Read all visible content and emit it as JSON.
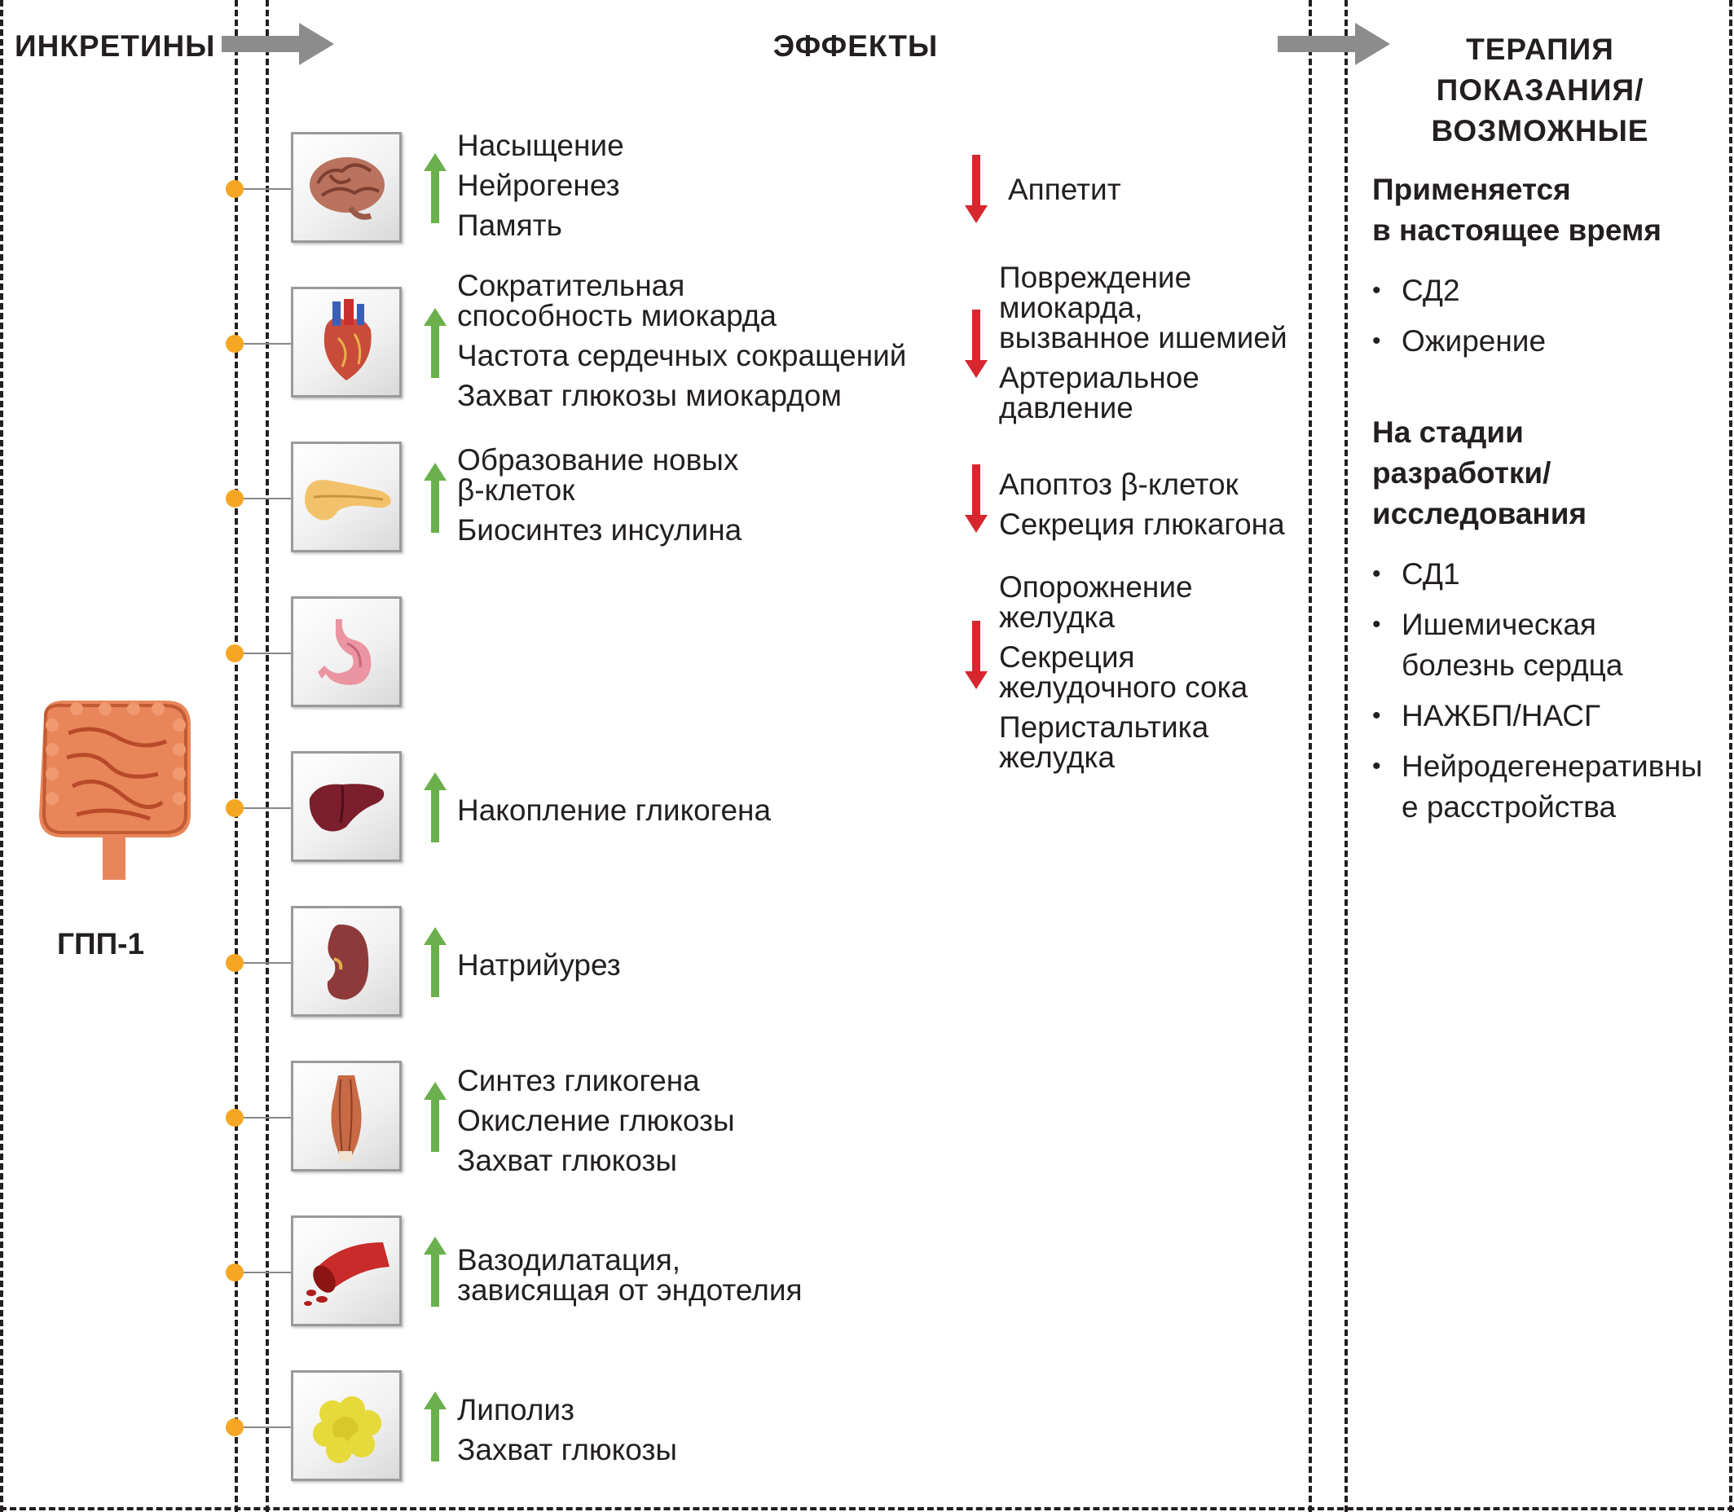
{
  "columns": {
    "incretins_title": "ИНКРЕТИНЫ",
    "effects_title": "ЭФФЕКТЫ",
    "therapy_title_lines": [
      "ТЕРАПИЯ",
      "ПОКАЗАНИЯ/",
      "ВОЗМОЖНЫЕ"
    ]
  },
  "incretin": {
    "label": "ГПП-1",
    "icon": "intestine-icon"
  },
  "organs": [
    {
      "icon": "brain-icon",
      "direction": "up",
      "lines": [
        "Насыщение",
        "Нейрогенез",
        "Память"
      ]
    },
    {
      "icon": "heart-icon",
      "direction": "up",
      "lines": [
        "Сократительная",
        "способность миокарда",
        "Частота сердечных сокращений",
        "Захват глюкозы миокардом"
      ]
    },
    {
      "icon": "pancreas-icon",
      "direction": "up",
      "lines": [
        "Образование новых",
        "β-клеток",
        "Биосинтез инсулина"
      ]
    },
    {
      "icon": "stomach-icon",
      "direction": "none",
      "lines": []
    },
    {
      "icon": "liver-icon",
      "direction": "up",
      "lines": [
        "Накопление гликогена"
      ]
    },
    {
      "icon": "kidney-icon",
      "direction": "up",
      "lines": [
        "Натрийурез"
      ]
    },
    {
      "icon": "muscle-icon",
      "direction": "up",
      "lines": [
        "Синтез гликогена",
        "Окисление глюкозы",
        "Захват глюкозы"
      ]
    },
    {
      "icon": "blood-vessel-icon",
      "direction": "up",
      "lines": [
        "Вазодилатация,",
        "зависящая от эндотелия"
      ]
    },
    {
      "icon": "fat-cells-icon",
      "direction": "up",
      "lines": [
        "Липолиз",
        "Захват глюкозы"
      ]
    }
  ],
  "decreases": [
    {
      "lines": [
        "Аппетит"
      ]
    },
    {
      "lines": [
        "Повреждение",
        "миокарда,",
        "вызванное ишемией",
        "Артериальное",
        "давление"
      ]
    },
    {
      "lines": [
        "Апоптоз β-клеток",
        "Секреция глюкагона"
      ]
    },
    {
      "lines": [
        "Опорожнение",
        "желудка",
        "Секреция",
        "желудочного сока",
        "Перистальтика",
        "желудка"
      ]
    }
  ],
  "therapy": {
    "current_heading": [
      "Применяется",
      "в настоящее время"
    ],
    "current_items": [
      "СД2",
      "Ожирение"
    ],
    "research_heading": [
      "На стадии",
      "разработки/",
      "исследования"
    ],
    "research_items": [
      "СД1",
      "Ишемическая болезнь сердца",
      "НАЖБП/НАСГ",
      "Нейродегенеративные расстройства"
    ]
  },
  "colors": {
    "up_arrow": "#6ab04c",
    "down_arrow": "#d7262e",
    "dot": "#f5a623",
    "grey_arrow": "#8c8c8c"
  }
}
